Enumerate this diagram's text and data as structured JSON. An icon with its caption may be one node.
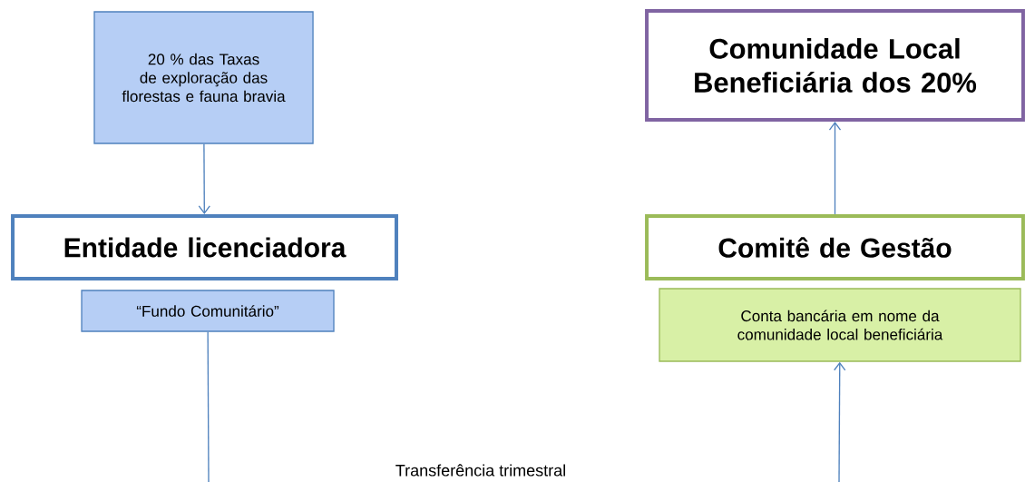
{
  "diagram": {
    "nodes": [
      {
        "text": [
          "20 % das Taxas de exploração das florestas e fauna bravia"
        ]
      },
      {
        "text": [
          "Entidade licenciadora"
        ]
      },
      {
        "text": [
          "“Fundo Comunitário”"
        ]
      },
      {
        "text": [
          "Comunidade Local Beneficiária dos 20%"
        ]
      },
      {
        "text": [
          "Comitê de Gestão"
        ]
      },
      {
        "text": [
          "Conta bancária em nome da comunidade local beneficiária"
        ]
      }
    ],
    "edges": [
      {
        "from": 0,
        "to": 1,
        "arrow": "to"
      },
      {
        "from": 2,
        "to": null,
        "arrow": "none"
      },
      {
        "from": 4,
        "to": 3,
        "arrow": "to"
      },
      {
        "from": null,
        "to": 5,
        "arrow": "to"
      }
    ],
    "labels": [
      "Transferência trimestral"
    ]
  }
}
